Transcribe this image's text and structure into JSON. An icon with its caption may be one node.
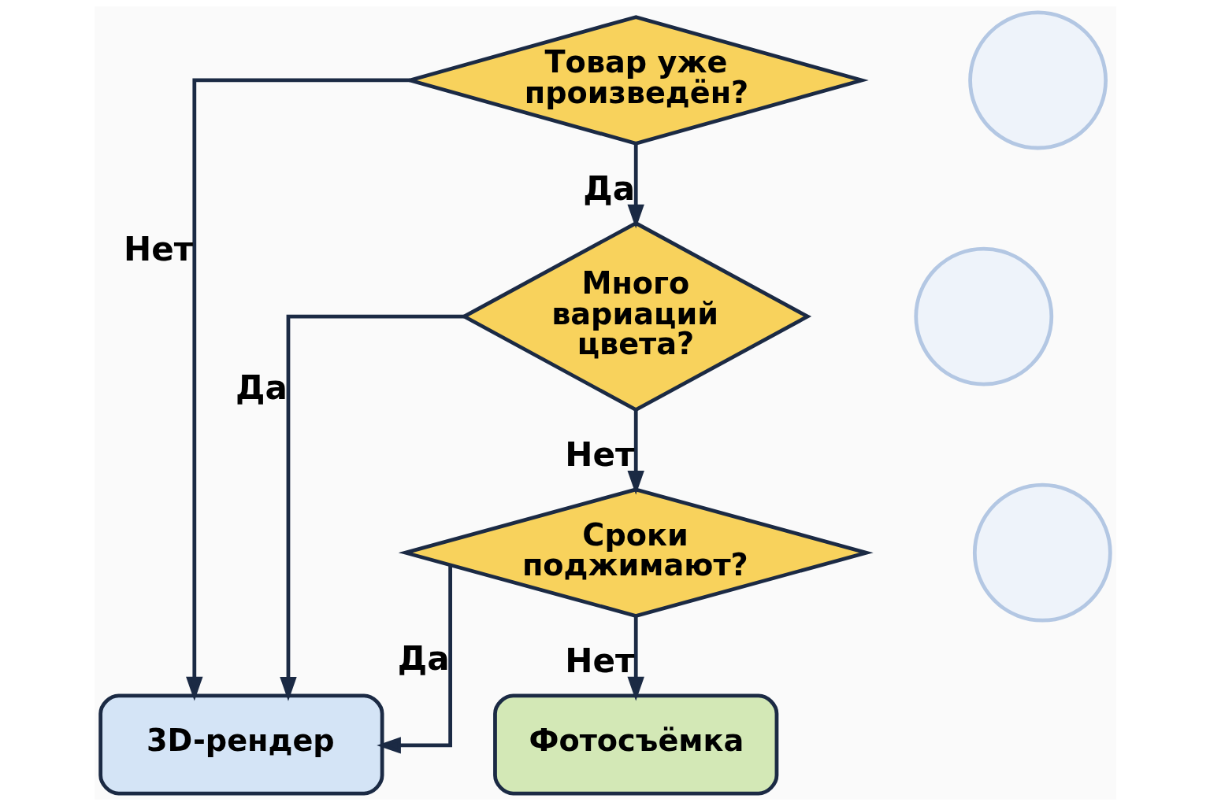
{
  "diagram": {
    "nodes": [
      {
        "text": [
          "Товар уже произведён?"
        ]
      },
      {
        "text": [
          "Много вариаций цвета?"
        ]
      },
      {
        "text": [
          "Сроки поджимают?"
        ]
      },
      {
        "text": [
          "3D-рендер"
        ]
      },
      {
        "text": [
          "Фотосъёмка"
        ]
      },
      {
        "text": [],
        "shape": "circle"
      },
      {
        "text": [],
        "shape": "circle"
      },
      {
        "text": [],
        "shape": "circle"
      }
    ],
    "edges": [
      {
        "from": 0,
        "to": 3,
        "label": "Нет",
        "arrow": "to"
      },
      {
        "from": 0,
        "to": 1,
        "label": "Да",
        "arrow": "to"
      },
      {
        "from": 1,
        "to": 3,
        "label": "Да",
        "arrow": "to"
      },
      {
        "from": 1,
        "to": 2,
        "label": "Нет",
        "arrow": "to"
      },
      {
        "from": 2,
        "to": 3,
        "label": "Да",
        "arrow": "to"
      },
      {
        "from": 2,
        "to": 4,
        "label": "Нет",
        "arrow": "to"
      }
    ]
  }
}
